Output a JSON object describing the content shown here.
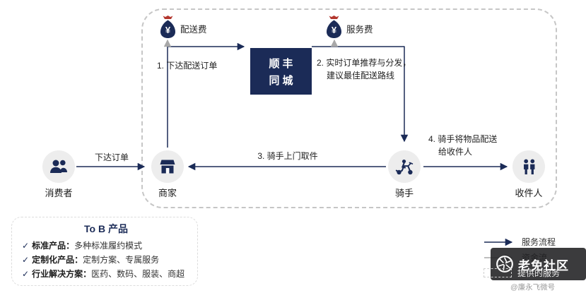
{
  "colors": {
    "navy": "#1b2b57",
    "gray_arrow": "#a8a8a8",
    "circle_bg": "#ededed",
    "frame_dash": "#c6c6c6"
  },
  "hub": {
    "line1": "顺丰",
    "line2": "同城"
  },
  "fees": [
    {
      "icon": "money-bag-icon",
      "symbol": "¥",
      "label": "配送费"
    },
    {
      "icon": "money-bag-icon",
      "symbol": "¥",
      "label": "服务费"
    }
  ],
  "nodes": [
    {
      "id": "consumer",
      "icon": "consumer-people-icon",
      "label": "消费者"
    },
    {
      "id": "merchant",
      "icon": "storefront-icon",
      "label": "商家"
    },
    {
      "id": "rider",
      "icon": "scooter-icon",
      "label": "骑手"
    },
    {
      "id": "recipient",
      "icon": "recipient-people-icon",
      "label": "收件人"
    }
  ],
  "flows": {
    "consumer_order": "下达订单",
    "step1": "1. 下达配送订单",
    "step2": [
      "2. 实时订单推荐与分发，",
      "建议最佳配送路线"
    ],
    "step3": "3. 骑手上门取件",
    "step4": [
      "4. 骑手将物品配送",
      "给收件人"
    ]
  },
  "tob": {
    "title": "To B 产品",
    "check": "✓",
    "items": [
      {
        "bold": "标准产品：",
        "text": "多种标准履约模式"
      },
      {
        "bold": "定制化产品：",
        "text": "定制方案、专属服务"
      },
      {
        "bold": "行业解决方案：",
        "text": "医药、数码、服装、商超"
      }
    ]
  },
  "legend": {
    "service_flow": "服务流程",
    "money_flow": "资金流",
    "provided_service": "提供的服务"
  },
  "watermark": {
    "name": "老免社区",
    "handle": "@廉永飞微号"
  }
}
